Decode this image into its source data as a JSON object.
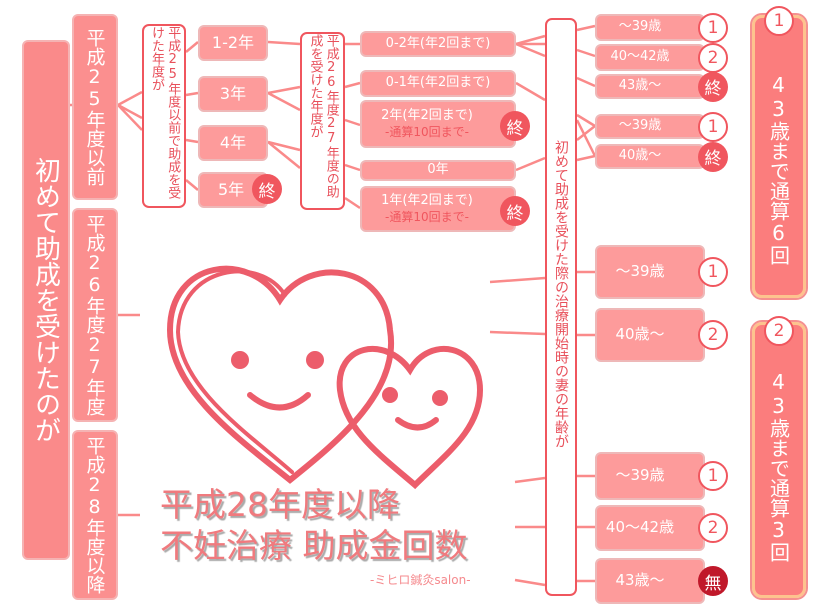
{
  "main_label": "初めて助成を受けたのが",
  "periods": [
    "平成25年度以前",
    "平成26年度27年度",
    "平成28年度以降"
  ],
  "h25_question": "平成25年度以前で助成を受けた年度が",
  "h25_years": [
    "1-2年",
    "3年",
    "4年",
    "5年"
  ],
  "h2627_question": "平成26年度27年度の助成を受けた年度が",
  "h2627_options": [
    {
      "line1": "0-2年(年2回まで)",
      "line2": ""
    },
    {
      "line1": "0-1年(年2回まで)",
      "line2": ""
    },
    {
      "line1": "2年(年2回まで)",
      "line2": "-通算10回まで-"
    },
    {
      "line1": "0年",
      "line2": ""
    },
    {
      "line1": "1年(年2回まで)",
      "line2": "-通算10回まで-"
    }
  ],
  "age_question": "初めて助成を受けた際の治療開始時の妻の年齢が",
  "ages": [
    {
      "label": "～39歳",
      "badge": "1"
    },
    {
      "label": "40～42歳",
      "badge": "2"
    },
    {
      "label": "43歳～",
      "badge": "終"
    },
    {
      "label": "～39歳",
      "badge": "1"
    },
    {
      "label": "40歳～",
      "badge": "終"
    },
    {
      "label": "～39歳",
      "badge": "1"
    },
    {
      "label": "40歳～",
      "badge": "2"
    },
    {
      "label": "～39歳",
      "badge": "1"
    },
    {
      "label": "40～42歳",
      "badge": "2"
    },
    {
      "label": "43歳～",
      "badge": "無"
    }
  ],
  "end_badge": "終",
  "results": [
    {
      "badge": "1",
      "text": "43歳まで通算6回"
    },
    {
      "badge": "2",
      "text": "43歳まで通算3回"
    }
  ],
  "title_line1": "平成28年度以降",
  "title_line2": "不妊治療 助成金回数",
  "credit": "-ミヒロ鍼灸salon-",
  "colors": {
    "box": "#fb8f8f",
    "accent": "#f0565e",
    "dark": "#c0182a",
    "border": "#fdc38e"
  }
}
